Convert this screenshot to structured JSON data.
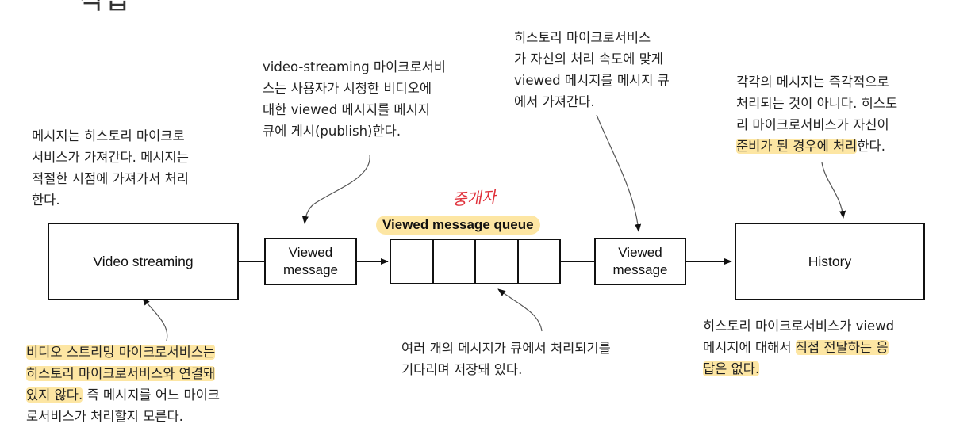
{
  "top_fragment": "작업",
  "annotations": {
    "consumer_note": "메시지는 히스토리 마이크로\n서비스가 가져간다. 메시지는\n적절한 시점에 가져가서 처리\n한다.",
    "publish_note": "video-streaming 마이크로서비\n스는 사용자가 시청한 비디오에\n대한 viewed 메시지를 메시지\n큐에 게시(publish)한다.",
    "fetch_note": "히스토리 마이크로서비스\n가 자신의 처리 속도에 맞게\nviewed 메시지를 메시지 큐\n에서 가져간다.",
    "history_note": {
      "line1": "각각의 메시지는 즉각적으로",
      "line2": "처리되는 것이 아니다. 히스토",
      "line3": "리 마이크로서비스가 자신이",
      "line4_highlight": "준비가 된 경우에 처리",
      "line4_rest": "한다."
    },
    "decoupled_note": {
      "line1_highlight": "비디오 스트리밍 마이크로서비스는",
      "line2_highlight": "히스토리 마이크로서비스와 연결돼",
      "line3_highlight": "있지 않다.",
      "line3_rest": " 즉 메시지를 어느 마이크",
      "line4": "로서비스가 처리할지 모른다."
    },
    "queue_note": "여러 개의 메시지가 큐에서 처리되기를\n기다리며 저장돼 있다.",
    "response_note": {
      "line1": "히스토리 마이크로서비스가 viewd",
      "line2_start": "메시지에 대해서 ",
      "line2_highlight": "직접 전달하는 응",
      "line3_highlight": "답은 없다."
    }
  },
  "handwritten_label": "중개자",
  "queue_title": "Viewed message queue",
  "boxes": {
    "video_streaming": "Video streaming",
    "viewed_message_left": "Viewed\nmessage",
    "viewed_message_right": "Viewed\nmessage",
    "history": "History"
  },
  "colors": {
    "highlight": "#fde6a3",
    "handwriting": "#e0303a",
    "line": "#111111"
  }
}
